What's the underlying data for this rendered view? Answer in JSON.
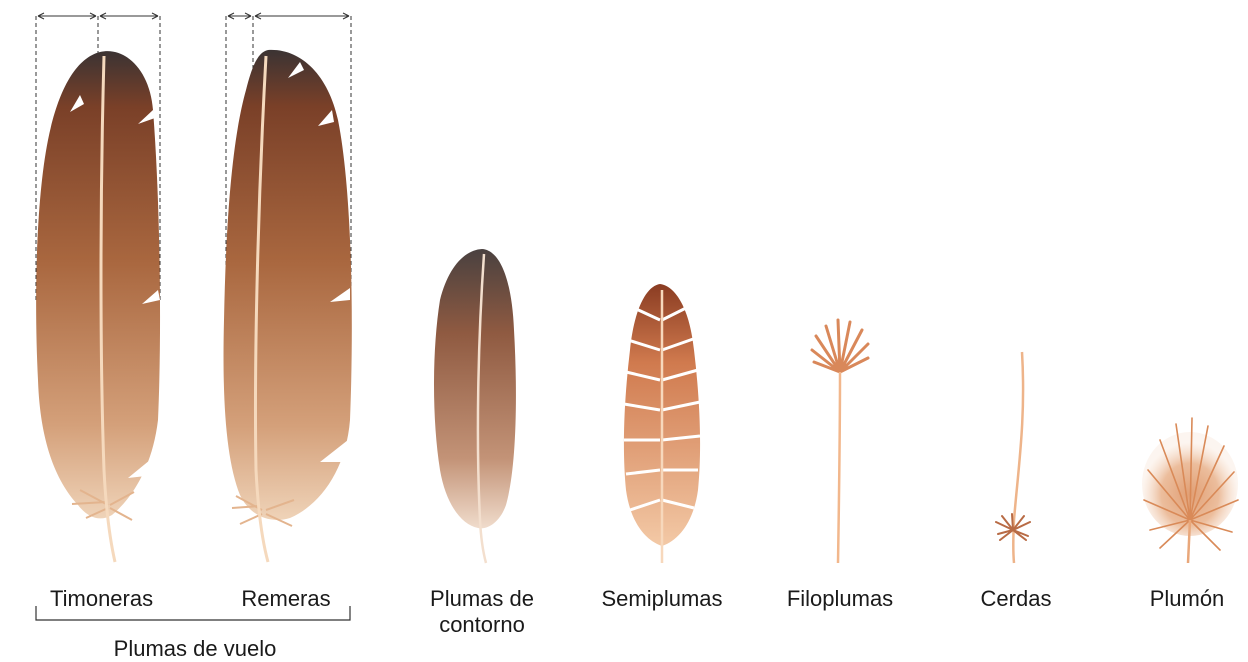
{
  "colors": {
    "feather_dark": "#3a3130",
    "feather_mid": "#9a5a3a",
    "feather_light": "#e8c2a0",
    "shaft": "#f6dcc0",
    "down": "#d98f5e",
    "guide": "#333333"
  },
  "labels": {
    "timoneras": "Timoneras",
    "remeras": "Remeras",
    "plumas_de_vuelo": "Plumas de vuelo",
    "contorno_line1": "Plumas de",
    "contorno_line2": "contorno",
    "semiplumas": "Semiplumas",
    "filoplumas": "Filoplumas",
    "cerdas": "Cerdas",
    "plumon": "Plumón"
  }
}
